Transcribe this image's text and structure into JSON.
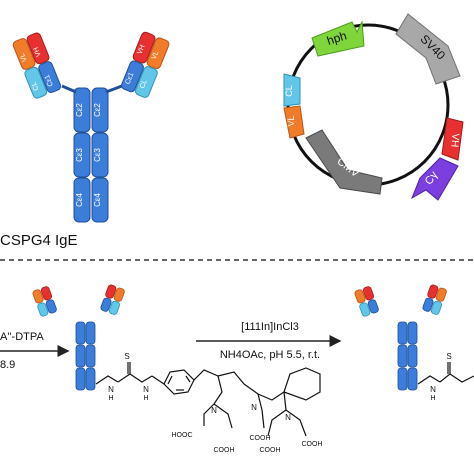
{
  "antibody_top": {
    "caption": "CSPG4 IgE",
    "fab_left": {
      "vl": "VL",
      "cl": "CL",
      "vh": "VH",
      "ce1": "Cε1"
    },
    "fab_right": {
      "vl": "VL",
      "cl": "CL",
      "vh": "VH",
      "ce1": "Cε1"
    },
    "fc_left": [
      "Cε2",
      "Cε3",
      "Cε4"
    ],
    "fc_right": [
      "Cε2",
      "Cε3",
      "Cε4"
    ]
  },
  "plasmid": {
    "segments": {
      "hph": "hph",
      "sv40": "SV40",
      "vh": "VH",
      "cy": "Cγ",
      "cmv": "CMV",
      "vl": "VL",
      "cl": "CL"
    }
  },
  "reaction": {
    "step1_reagent": "A''-DTPA",
    "step1_condition": "8.9",
    "step2_reagent": "[111In]InCl3",
    "step2_condition": "NH4OAc, pH 5.5, r.t.",
    "chelator_labels": {
      "s1": "S",
      "n1": "N",
      "n2": "N",
      "n3": "N",
      "n4": "N",
      "n5": "N",
      "h1": "H",
      "h2": "H",
      "cooh1": "HOOC",
      "cooh2": "COOH",
      "cooh3": "COOH",
      "cooh4": "COOH",
      "cooh5": "COOH",
      "s2": "S",
      "n6": "N",
      "h3": "H"
    }
  },
  "colors": {
    "heavy_blue": "#3b7dd8",
    "heavy_blue_dark": "#1f4f9a",
    "light_blue": "#62c6e8",
    "variable_red": "#e83030",
    "variable_orange": "#f07c2a",
    "hph_green": "#7fd63a",
    "sv40_gray": "#a8a8a8",
    "cmv_gray": "#7a7a7a",
    "cy_purple": "#7b3fe0",
    "divider": "#333333"
  }
}
